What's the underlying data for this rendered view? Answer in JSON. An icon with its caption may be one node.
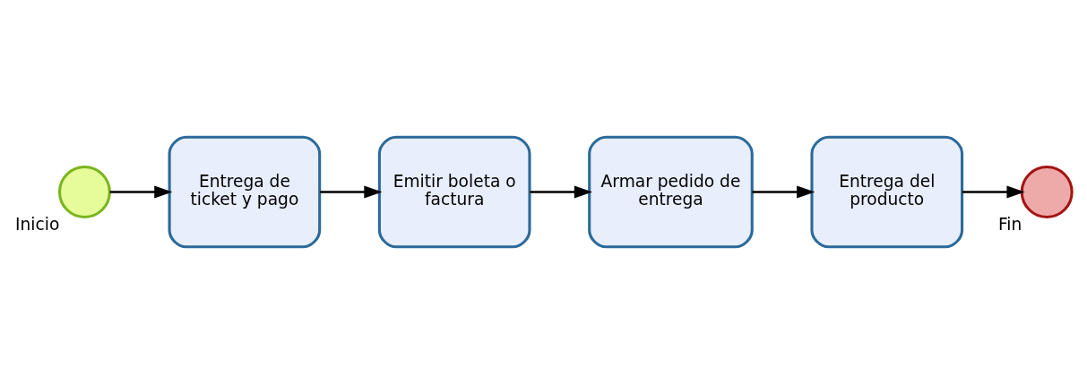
{
  "diagram": {
    "nodes": [
      {
        "text": [],
        "shape": "circle",
        "beside": [
          "Inicio"
        ]
      },
      {
        "text": [
          "Entrega de ticket y pago"
        ]
      },
      {
        "text": [
          "Emitir boleta o factura"
        ]
      },
      {
        "text": [
          "Armar pedido de entrega"
        ]
      },
      {
        "text": [
          "Entrega del producto"
        ]
      },
      {
        "text": [],
        "shape": "circle",
        "beside": [
          "Fin"
        ]
      }
    ],
    "edges": [
      {
        "from": 0,
        "to": 1,
        "arrow": "to"
      },
      {
        "from": 1,
        "to": 2,
        "arrow": "to"
      },
      {
        "from": 2,
        "to": 3,
        "arrow": "to"
      },
      {
        "from": 3,
        "to": 4,
        "arrow": "to"
      },
      {
        "from": 4,
        "to": 5,
        "arrow": "to"
      }
    ]
  }
}
